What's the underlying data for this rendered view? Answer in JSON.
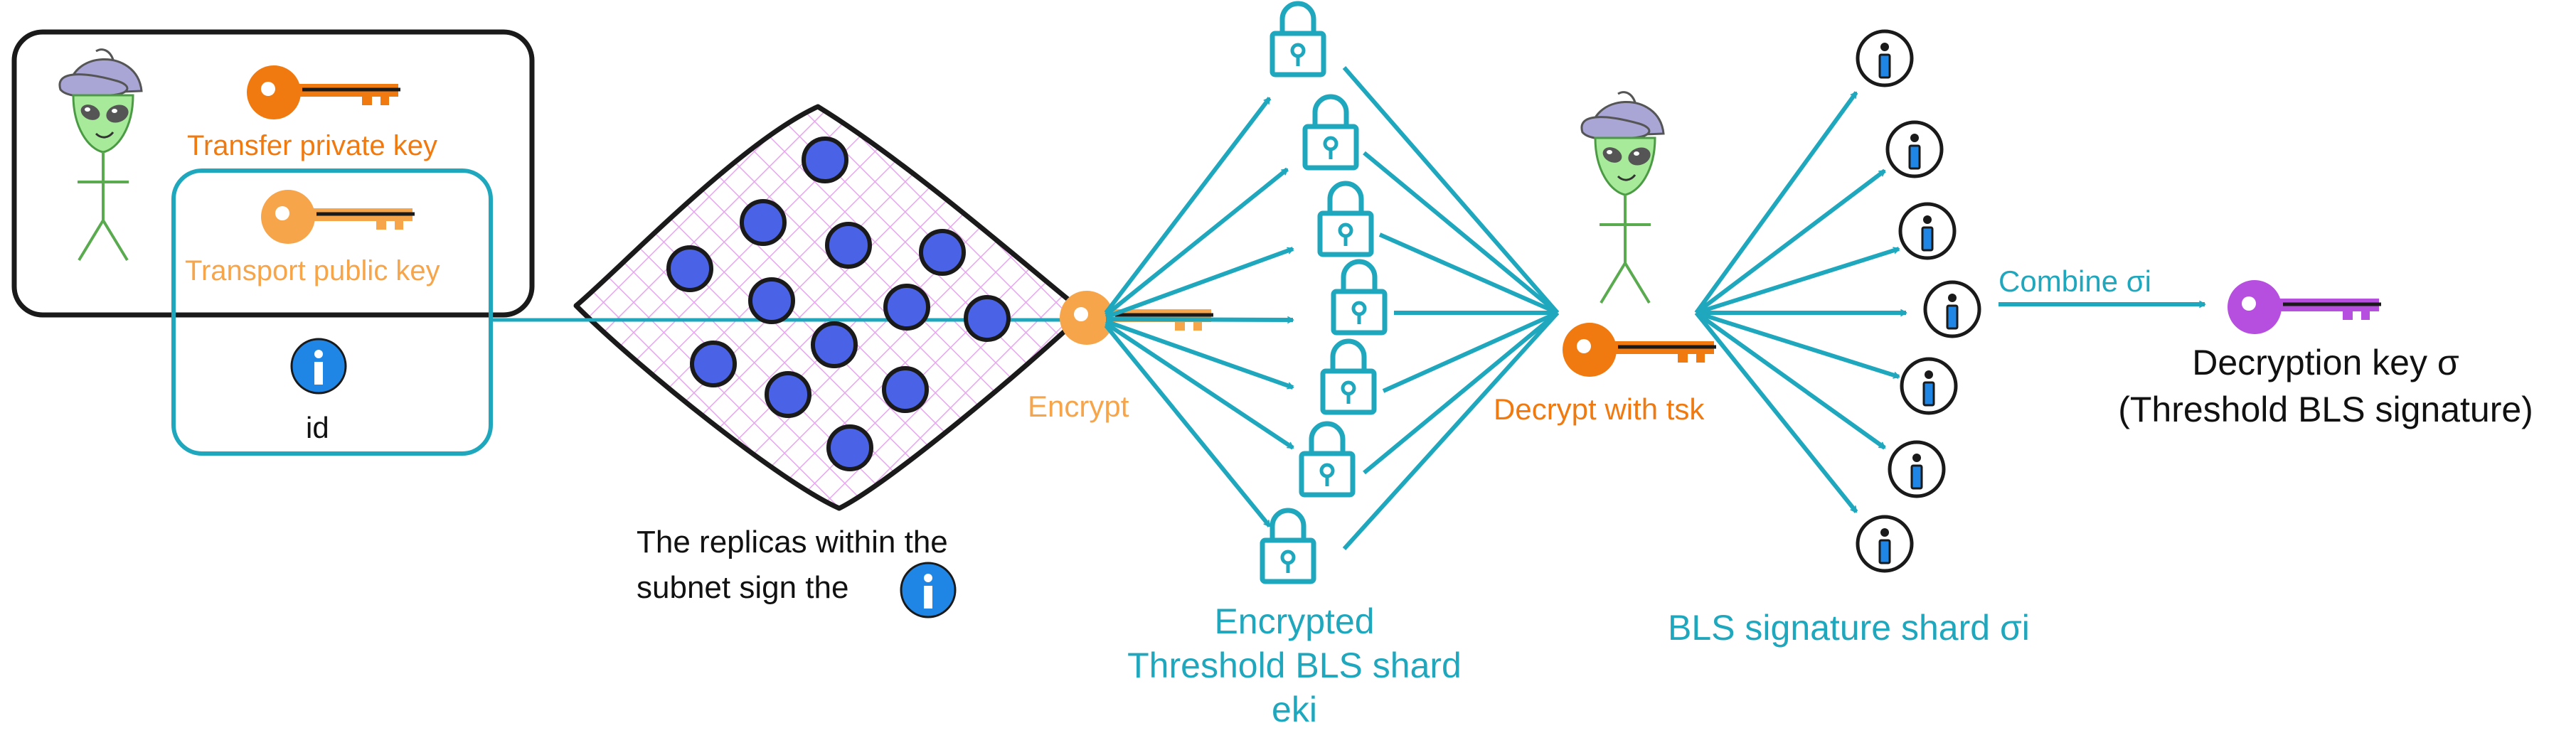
{
  "colors": {
    "teal": "#1FA7BE",
    "orange": "#F28C28",
    "orange_light": "#F7A54A",
    "purple_key": "#B64FE0",
    "blue_node": "#4A63E6",
    "info_blue": "#1F86E6",
    "grid_pink": "#E8A6F0",
    "alien_green": "#A7EB9A",
    "cap_purple": "#A9A6D6"
  },
  "icons": {
    "user": "alien-user-icon",
    "transfer_key": "key-icon",
    "transport_key": "key-icon",
    "identity": "info-icon",
    "encrypt_key": "key-icon",
    "lock": "lock-icon",
    "decrypt_key": "key-icon",
    "decryption_key": "key-icon"
  },
  "labels": {
    "transfer_private_key": "Transfer private key",
    "transport_public_key": "Transport public key",
    "id": "id",
    "replicas_line1": "The replicas within the",
    "replicas_line2": "subnet sign the",
    "encrypt": "Encrypt",
    "encrypted_line1": "Encrypted",
    "encrypted_line2": "Threshold BLS shard",
    "encrypted_line3": "eki",
    "decrypt_with_tsk": "Decrypt with tsk",
    "bls_signature_shard": "BLS signature shard σi",
    "combine": "Combine σi",
    "decryption_key_line1": "Decryption key σ",
    "decryption_key_line2": "(Threshold BLS signature)"
  }
}
